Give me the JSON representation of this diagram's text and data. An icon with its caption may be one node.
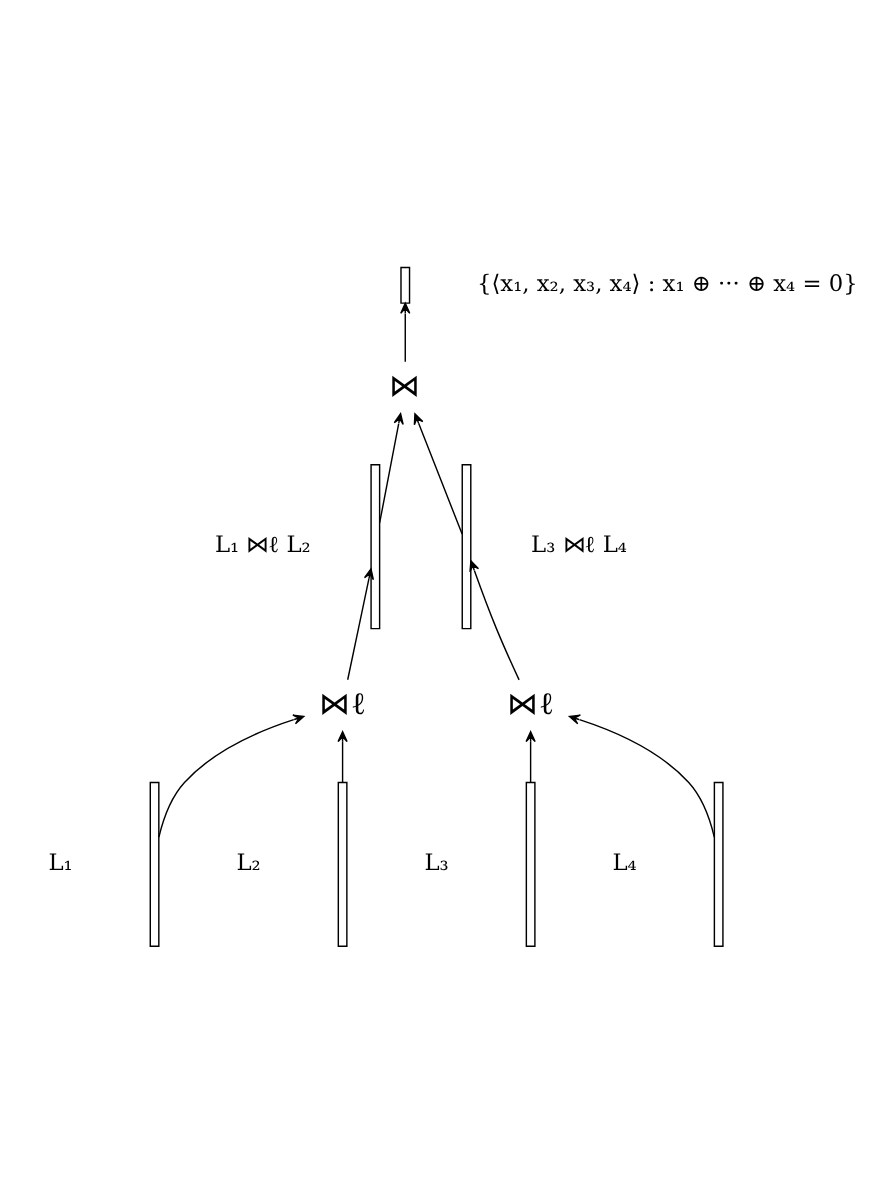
{
  "diagram": {
    "nodes": [
      {
        "text": [],
        "shape": "bar",
        "beside": [
          "{⟨x₁, x₂, x₃, x₄⟩ : x₁ ⊕ ··· ⊕ x₄ = 0}"
        ]
      },
      {
        "text": [
          "⋈"
        ]
      },
      {
        "text": [],
        "shape": "bar",
        "beside": [
          "L₁ ⋈ℓ L₂"
        ]
      },
      {
        "text": [],
        "shape": "bar",
        "beside": [
          "L₃ ⋈ℓ L₄"
        ]
      },
      {
        "text": [
          "⋈ℓ"
        ]
      },
      {
        "text": [
          "⋈ℓ"
        ]
      },
      {
        "text": [],
        "shape": "bar",
        "beside": [
          "L₁"
        ]
      },
      {
        "text": [],
        "shape": "bar",
        "beside": [
          "L₂"
        ]
      },
      {
        "text": [],
        "shape": "bar",
        "beside": [
          "L₃"
        ]
      },
      {
        "text": [],
        "shape": "bar",
        "beside": [
          "L₄"
        ]
      }
    ],
    "edges": [
      {
        "from": 1,
        "to": 0,
        "arrow": "to"
      },
      {
        "from": 2,
        "to": 1,
        "arrow": "to"
      },
      {
        "from": 3,
        "to": 1,
        "arrow": "to"
      },
      {
        "from": 4,
        "to": 2,
        "arrow": "to"
      },
      {
        "from": 5,
        "to": 3,
        "arrow": "to"
      },
      {
        "from": 6,
        "to": 4,
        "arrow": "to"
      },
      {
        "from": 7,
        "to": 4,
        "arrow": "to"
      },
      {
        "from": 8,
        "to": 5,
        "arrow": "to"
      },
      {
        "from": 9,
        "to": 5,
        "arrow": "to"
      }
    ]
  }
}
